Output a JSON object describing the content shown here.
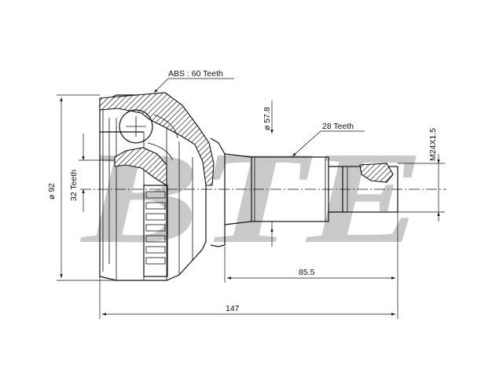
{
  "watermark": {
    "text": "BTE"
  },
  "labels": {
    "abs": "ABS : 60 Teeth",
    "outer_diameter": "ø 92",
    "inner_teeth": "32 Teeth",
    "seal_diameter": "ø 57.8",
    "spline_teeth": "28 Teeth",
    "thread": "M24X1.5",
    "shaft_length": "85.5",
    "total_length": "147"
  },
  "colors": {
    "line": "#111111",
    "watermark": "#c9c9c9",
    "background": "#ffffff"
  }
}
